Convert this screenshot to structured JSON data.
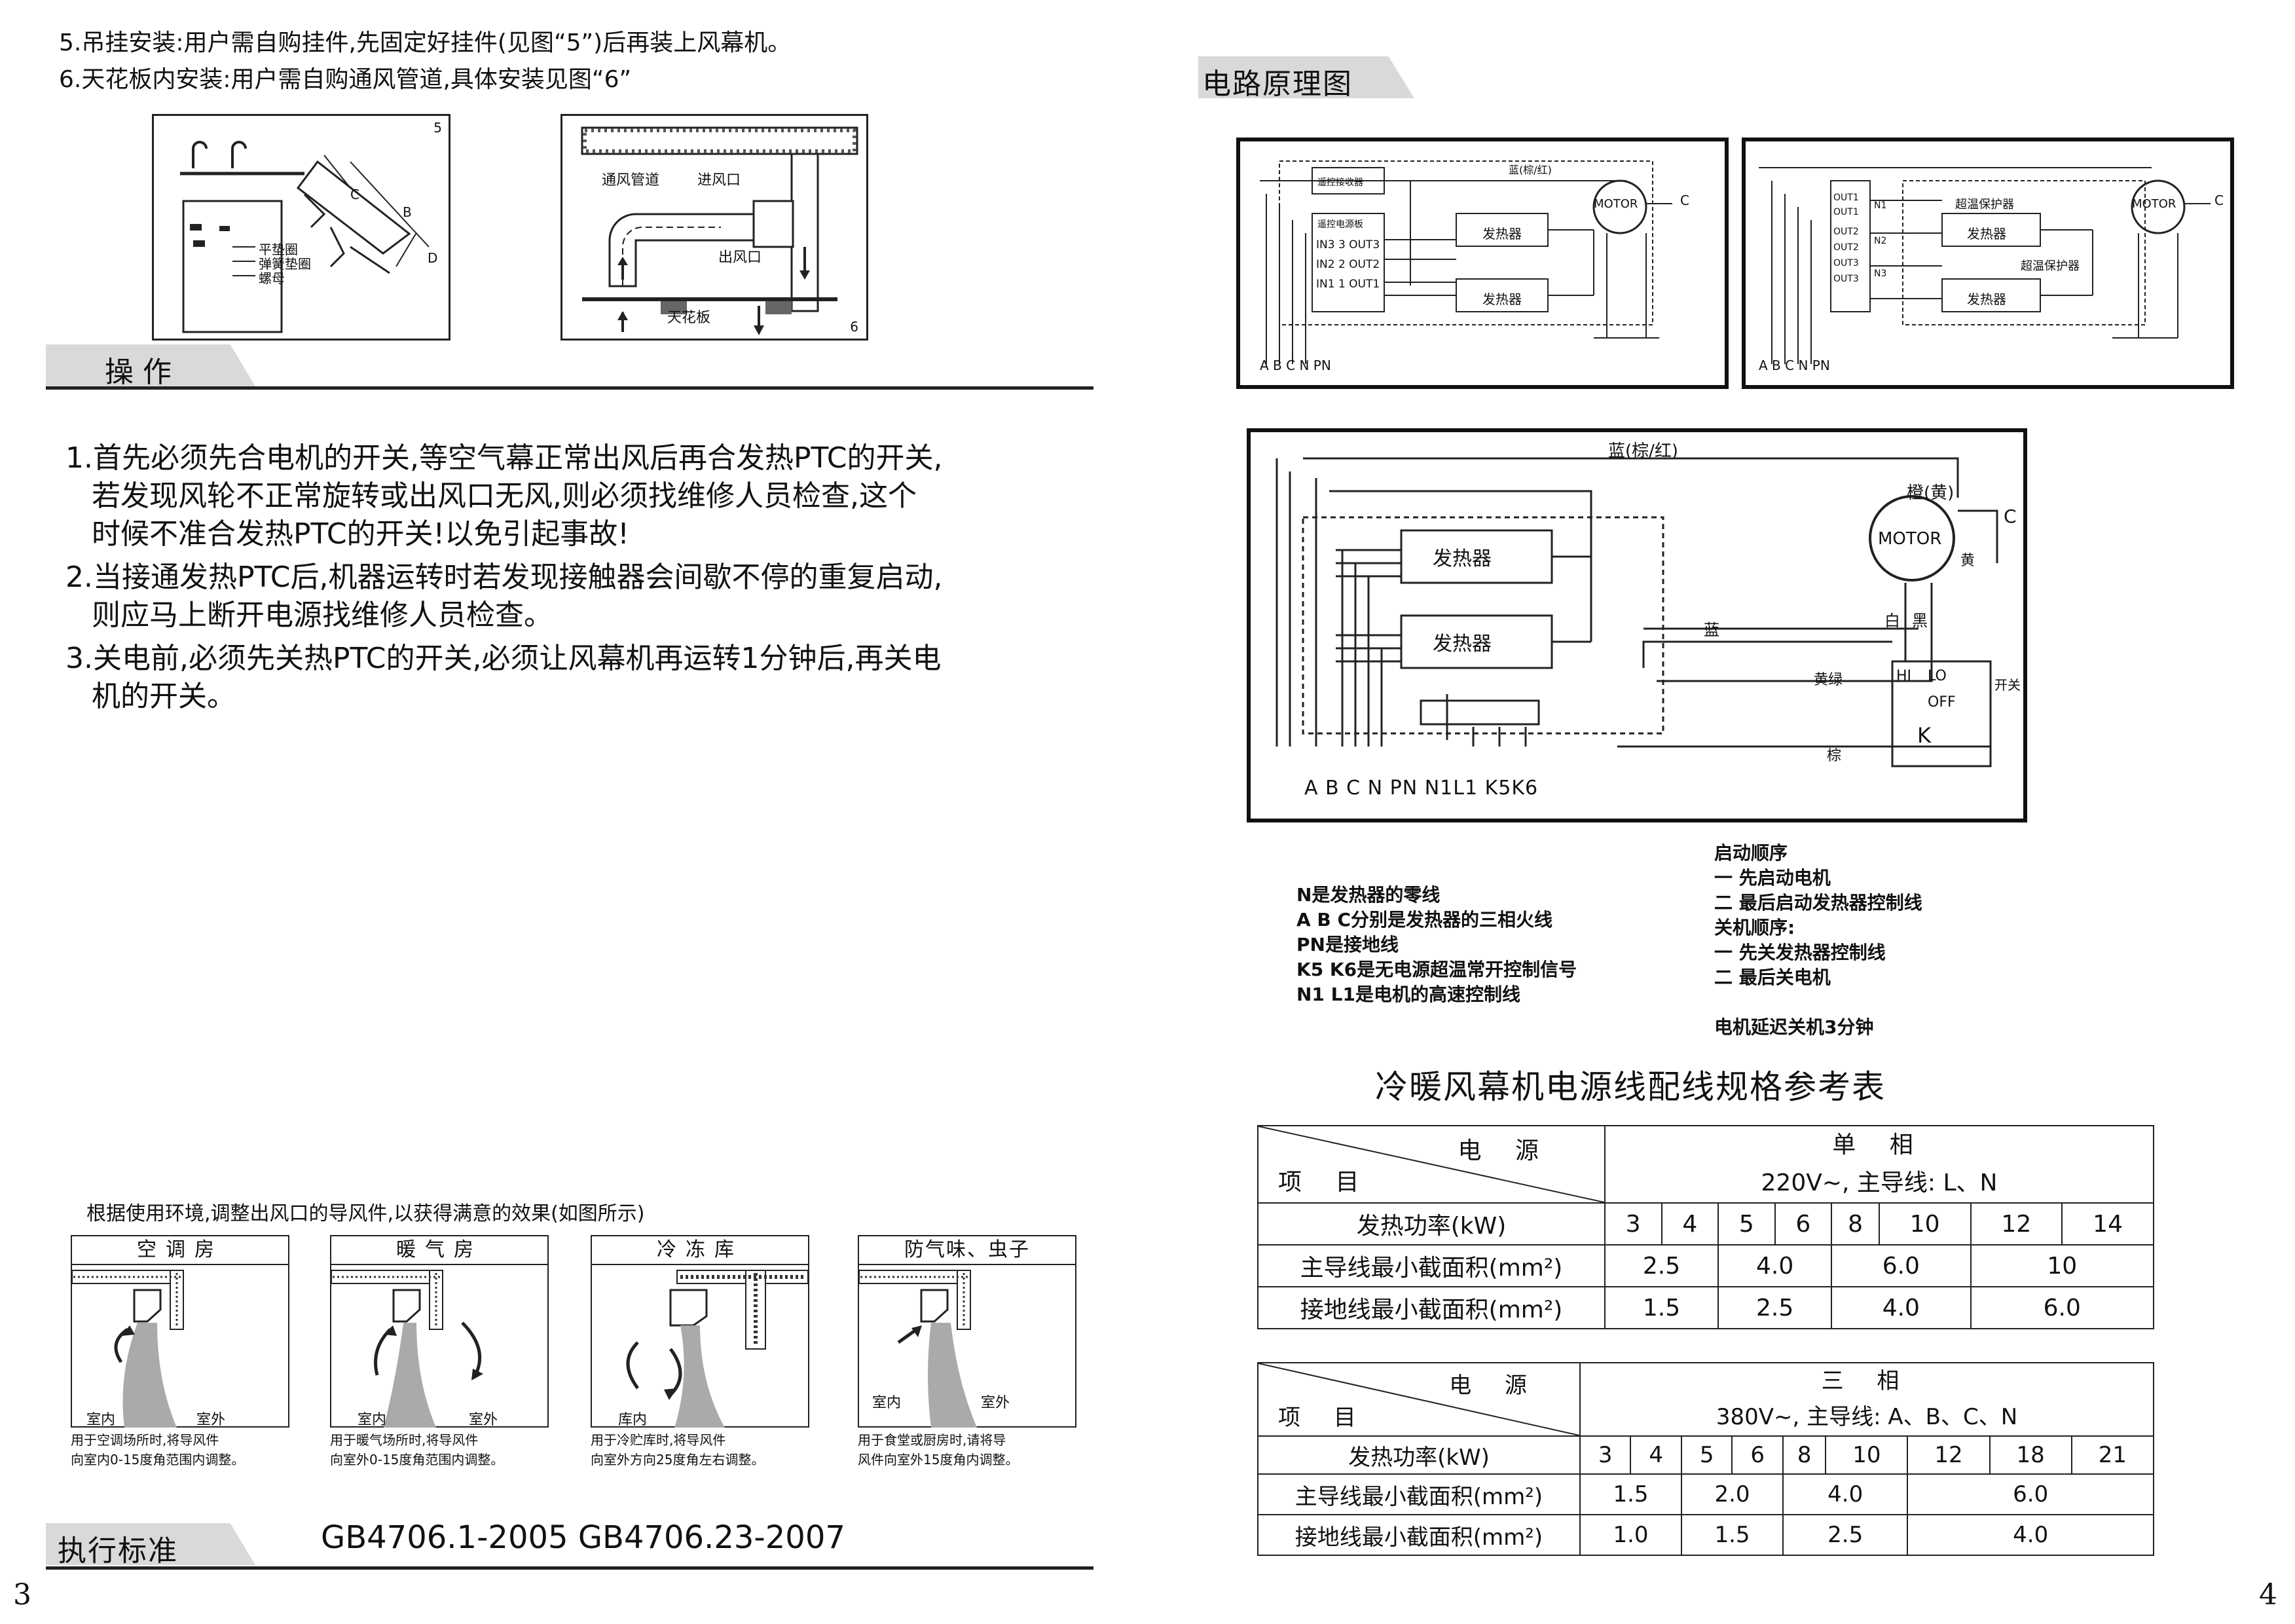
{
  "install": {
    "line5": "5.吊挂安装:用户需自购挂件,先固定好挂件(见图“5”)后再装上风幕机。",
    "line6": "6.天花板内安装:用户需自购通风管道,具体安装见图“6”"
  },
  "fig5": {
    "num": "5",
    "labels": [
      "平垫圈",
      "弹簧垫圈",
      "螺母"
    ],
    "dims": [
      "C",
      "B",
      "D"
    ]
  },
  "fig6": {
    "num": "6",
    "duct": "通风管道",
    "inlet": "进风口",
    "outlet": "出风口",
    "ceiling": "天花板"
  },
  "operation": {
    "title": "操作",
    "items": [
      "1.首先必须先合电机的开关,等空气幕正常出风后再合发热PTC的开关,",
      "若发现风轮不正常旋转或出风口无风,则必须找维修人员检查,这个",
      "时候不准合发热PTC的开关!以免引起事故!",
      "2.当接通发热PTC后,机器运转时若发现接触器会间歇不停的重复启动,",
      "则应马上断开电源找维修人员检查。",
      "3.关电前,必须先关热PTC的开关,必须让风幕机再运转1分钟后,再关电",
      "机的开关。"
    ]
  },
  "vents": {
    "intro": "根据使用环境,调整出风口的导风件,以获得满意的效果(如图所示)",
    "boxes": [
      {
        "title": "空调房",
        "in": "室内",
        "out": "室外",
        "cap1": "用于空调场所时,将导风件",
        "cap2": "向室内0-15度角范围内调整。"
      },
      {
        "title": "暖气房",
        "in": "室内",
        "out": "室外",
        "cap1": "用于暖气场所时,将导风件",
        "cap2": "向室外0-15度角范围内调整。"
      },
      {
        "title": "冷冻库",
        "in": "库内",
        "out": "",
        "cap1": "用于冷贮库时,将导风件",
        "cap2": "向室外方向25度角左右调整。"
      },
      {
        "title": "防气味、虫子",
        "in": "室内",
        "out": "室外",
        "cap1": "用于食堂或厨房时,请将导",
        "cap2": "风件向室外15度角内调整。"
      }
    ]
  },
  "standard": {
    "title": "执行标准",
    "value": "GB4706.1-2005 GB4706.23-2007"
  },
  "circuit": {
    "title": "电路原理图",
    "motor": "MOTOR",
    "c": "C",
    "top_wire": "蓝(棕/红)",
    "orange": "橙(黄)",
    "yellow": "黄",
    "heater": "发热器",
    "receiver": "遥控接收器",
    "power_board": "遥控电源板",
    "overtemp": "超温保护器",
    "blue": "蓝",
    "red": "红",
    "black": "黑",
    "white": "白",
    "brown": "棕",
    "yellowgreen": "黄绿",
    "switch": "开关",
    "ports_left": [
      "IN3 3 OUT3",
      "IN2 2 OUT2",
      "IN1 1 OUT1"
    ],
    "outs_right": [
      "OUT1",
      "OUT2",
      "OUT3"
    ],
    "outs_right_b": [
      "OUT1",
      "OUT2",
      "OUT3"
    ],
    "ins_right": [
      "N1",
      "N2",
      "N3"
    ],
    "terminals_small": "A B C N PN",
    "terminals_big": "A B C N PN N1L1 K5K6",
    "switch_labels": [
      "LO",
      "HI",
      "OFF",
      "K"
    ]
  },
  "wire_notes": {
    "left": [
      "N是发热器的零线",
      "A B C分别是发热器的三相火线",
      "PN是接地线",
      "K5 K6是无电源超温常开控制信号",
      "N1 L1是电机的高速控制线"
    ],
    "right": [
      "启动顺序",
      "一 先启动电机",
      "二 最后启动发热器控制线",
      "关机顺序:",
      "一 先关发热器控制线",
      "二 最后关电机",
      "",
      "电机延迟关机3分钟"
    ]
  },
  "spec": {
    "title": "冷暖风幕机电源线配线规格参考表",
    "single": {
      "header_power": "电 源",
      "header_item": "项 目",
      "phase": "单 相",
      "supply": "220V~, 主导线: L、N",
      "row_power_label": "发热功率(kW)",
      "powers": [
        "3",
        "4",
        "5",
        "6",
        "8",
        "10",
        "12",
        "14"
      ],
      "row_main_label": "主导线最小截面积(mm²)",
      "main": [
        "2.5",
        "4.0",
        "6.0",
        "10"
      ],
      "row_ground_label": "接地线最小截面积(mm²)",
      "ground": [
        "1.5",
        "2.5",
        "4.0",
        "6.0"
      ]
    },
    "three": {
      "header_power": "电 源",
      "header_item": "项 目",
      "phase": "三 相",
      "supply": "380V~, 主导线: A、B、C、N",
      "row_power_label": "发热功率(kW)",
      "powers": [
        "3",
        "4",
        "5",
        "6",
        "8",
        "10",
        "12",
        "18",
        "21"
      ],
      "row_main_label": "主导线最小截面积(mm²)",
      "main": [
        "1.5",
        "2.0",
        "4.0",
        "6.0"
      ],
      "row_ground_label": "接地线最小截面积(mm²)",
      "ground": [
        "1.0",
        "1.5",
        "2.5",
        "4.0"
      ]
    }
  },
  "pages": {
    "left": "3",
    "right": "4"
  }
}
